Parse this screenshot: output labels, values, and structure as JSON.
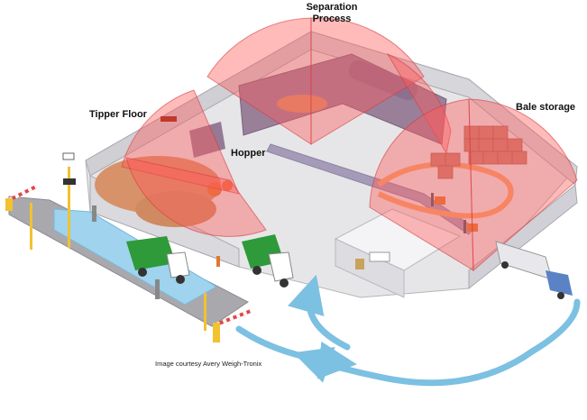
{
  "labels": {
    "separation_line1": "Separation",
    "separation_line2": "Process",
    "tipper_floor": "Tipper Floor",
    "bale_storage": "Bale storage",
    "hopper": "Hopper"
  },
  "credit": "Image courtesy Avery Weigh-Tronix",
  "colors": {
    "zone_fill": "#ff5a5a",
    "floor": "#e6e6e8",
    "wall": "#cfcfd4",
    "scale": "#9fd3ee",
    "truck_green": "#2e9a3a",
    "truck_blue": "#5b82c4",
    "arrow": "#7cc0e2",
    "waste": "#d7926a",
    "bales": "#c97d6e",
    "forklift": "#e0782e",
    "barrier": "#f2c230"
  },
  "icons": [
    "green-truck-icon",
    "blue-truck-icon",
    "forklift-icon",
    "camera-icon",
    "barrier-icon",
    "flow-arrow-icon"
  ]
}
